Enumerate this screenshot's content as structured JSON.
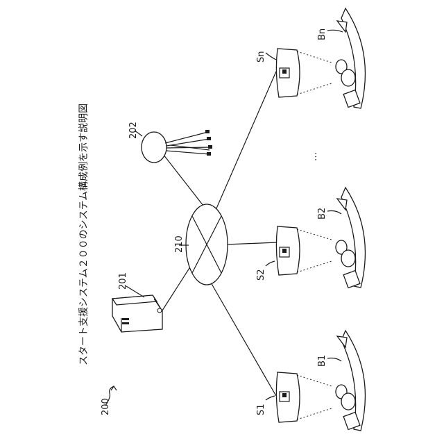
{
  "caption": "スタート支援システム２００のシステム構成例を示す説明図",
  "labels": {
    "system": "200",
    "server": "201",
    "antenna": "202",
    "network": "210",
    "sensors": [
      "S1",
      "S2",
      "Sn"
    ],
    "boats": [
      "B1",
      "B2",
      "Bn"
    ],
    "ellipsis": "…"
  }
}
